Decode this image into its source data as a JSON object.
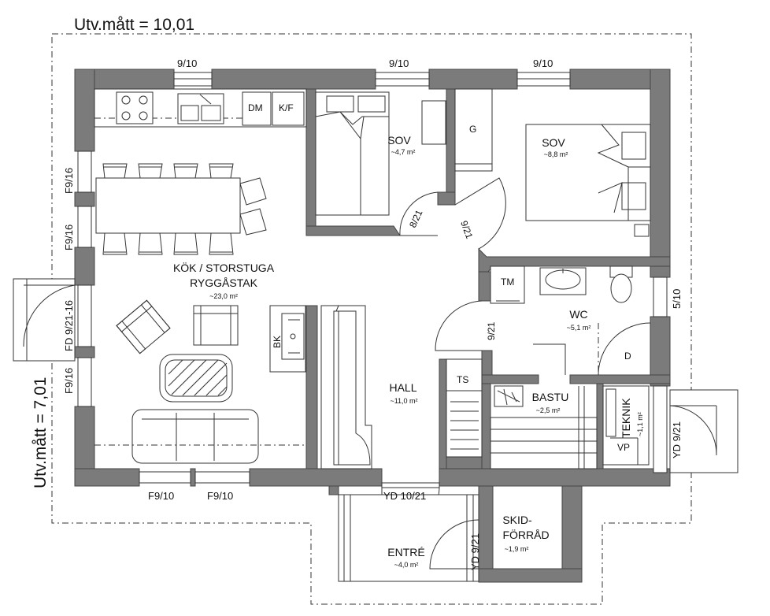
{
  "dimensions": {
    "width_label": "Utv.mått = 10,01",
    "height_label": "Utv.mått = 7,01"
  },
  "rooms": {
    "kitchen": {
      "name_line1": "KÖK / STORSTUGA",
      "name_line2": "RYGGÅSTAK",
      "area": "~23,0 m²"
    },
    "bedroom_small": {
      "name": "SOV",
      "area": "~4,7 m²"
    },
    "bedroom_large": {
      "name": "SOV",
      "area": "~8,8 m²"
    },
    "wc": {
      "name": "WC",
      "area": "~5,1 m²"
    },
    "hall": {
      "name": "HALL",
      "area": "~11,0 m²"
    },
    "sauna": {
      "name": "BASTU",
      "area": "~2,5 m²"
    },
    "technical": {
      "name": "TEKNIK",
      "area": "~1,1 m²"
    },
    "entrance": {
      "name": "ENTRÉ",
      "area": "~4,0 m²"
    },
    "ski_storage": {
      "name_line1": "SKID-",
      "name_line2": "FÖRRÅD",
      "area": "~1,9 m²"
    }
  },
  "windows": {
    "top_left": "9/10",
    "top_middle": "9/10",
    "top_right": "9/10",
    "left_upper": "F9/16",
    "left_middle": "F9/16",
    "left_lower": "F9/16",
    "bottom_left": "F9/10",
    "bottom_right": "F9/10",
    "wc_right": "5/10"
  },
  "doors": {
    "patio": "FD 9/21-16",
    "bedroom_small": "8/21",
    "bedroom_large": "9/21",
    "wc": "9/21",
    "front": "YD 10/21",
    "technical": "YD 9/21",
    "ski_storage": "YD 9/21"
  },
  "fixtures": {
    "dishwasher": "DM",
    "fridge_freezer": "K/F",
    "wardrobe": "G",
    "towel": "TM",
    "shower": "D",
    "wardrobe_hall": "TS",
    "fireplace": "BK",
    "heat_pump": "VP"
  }
}
